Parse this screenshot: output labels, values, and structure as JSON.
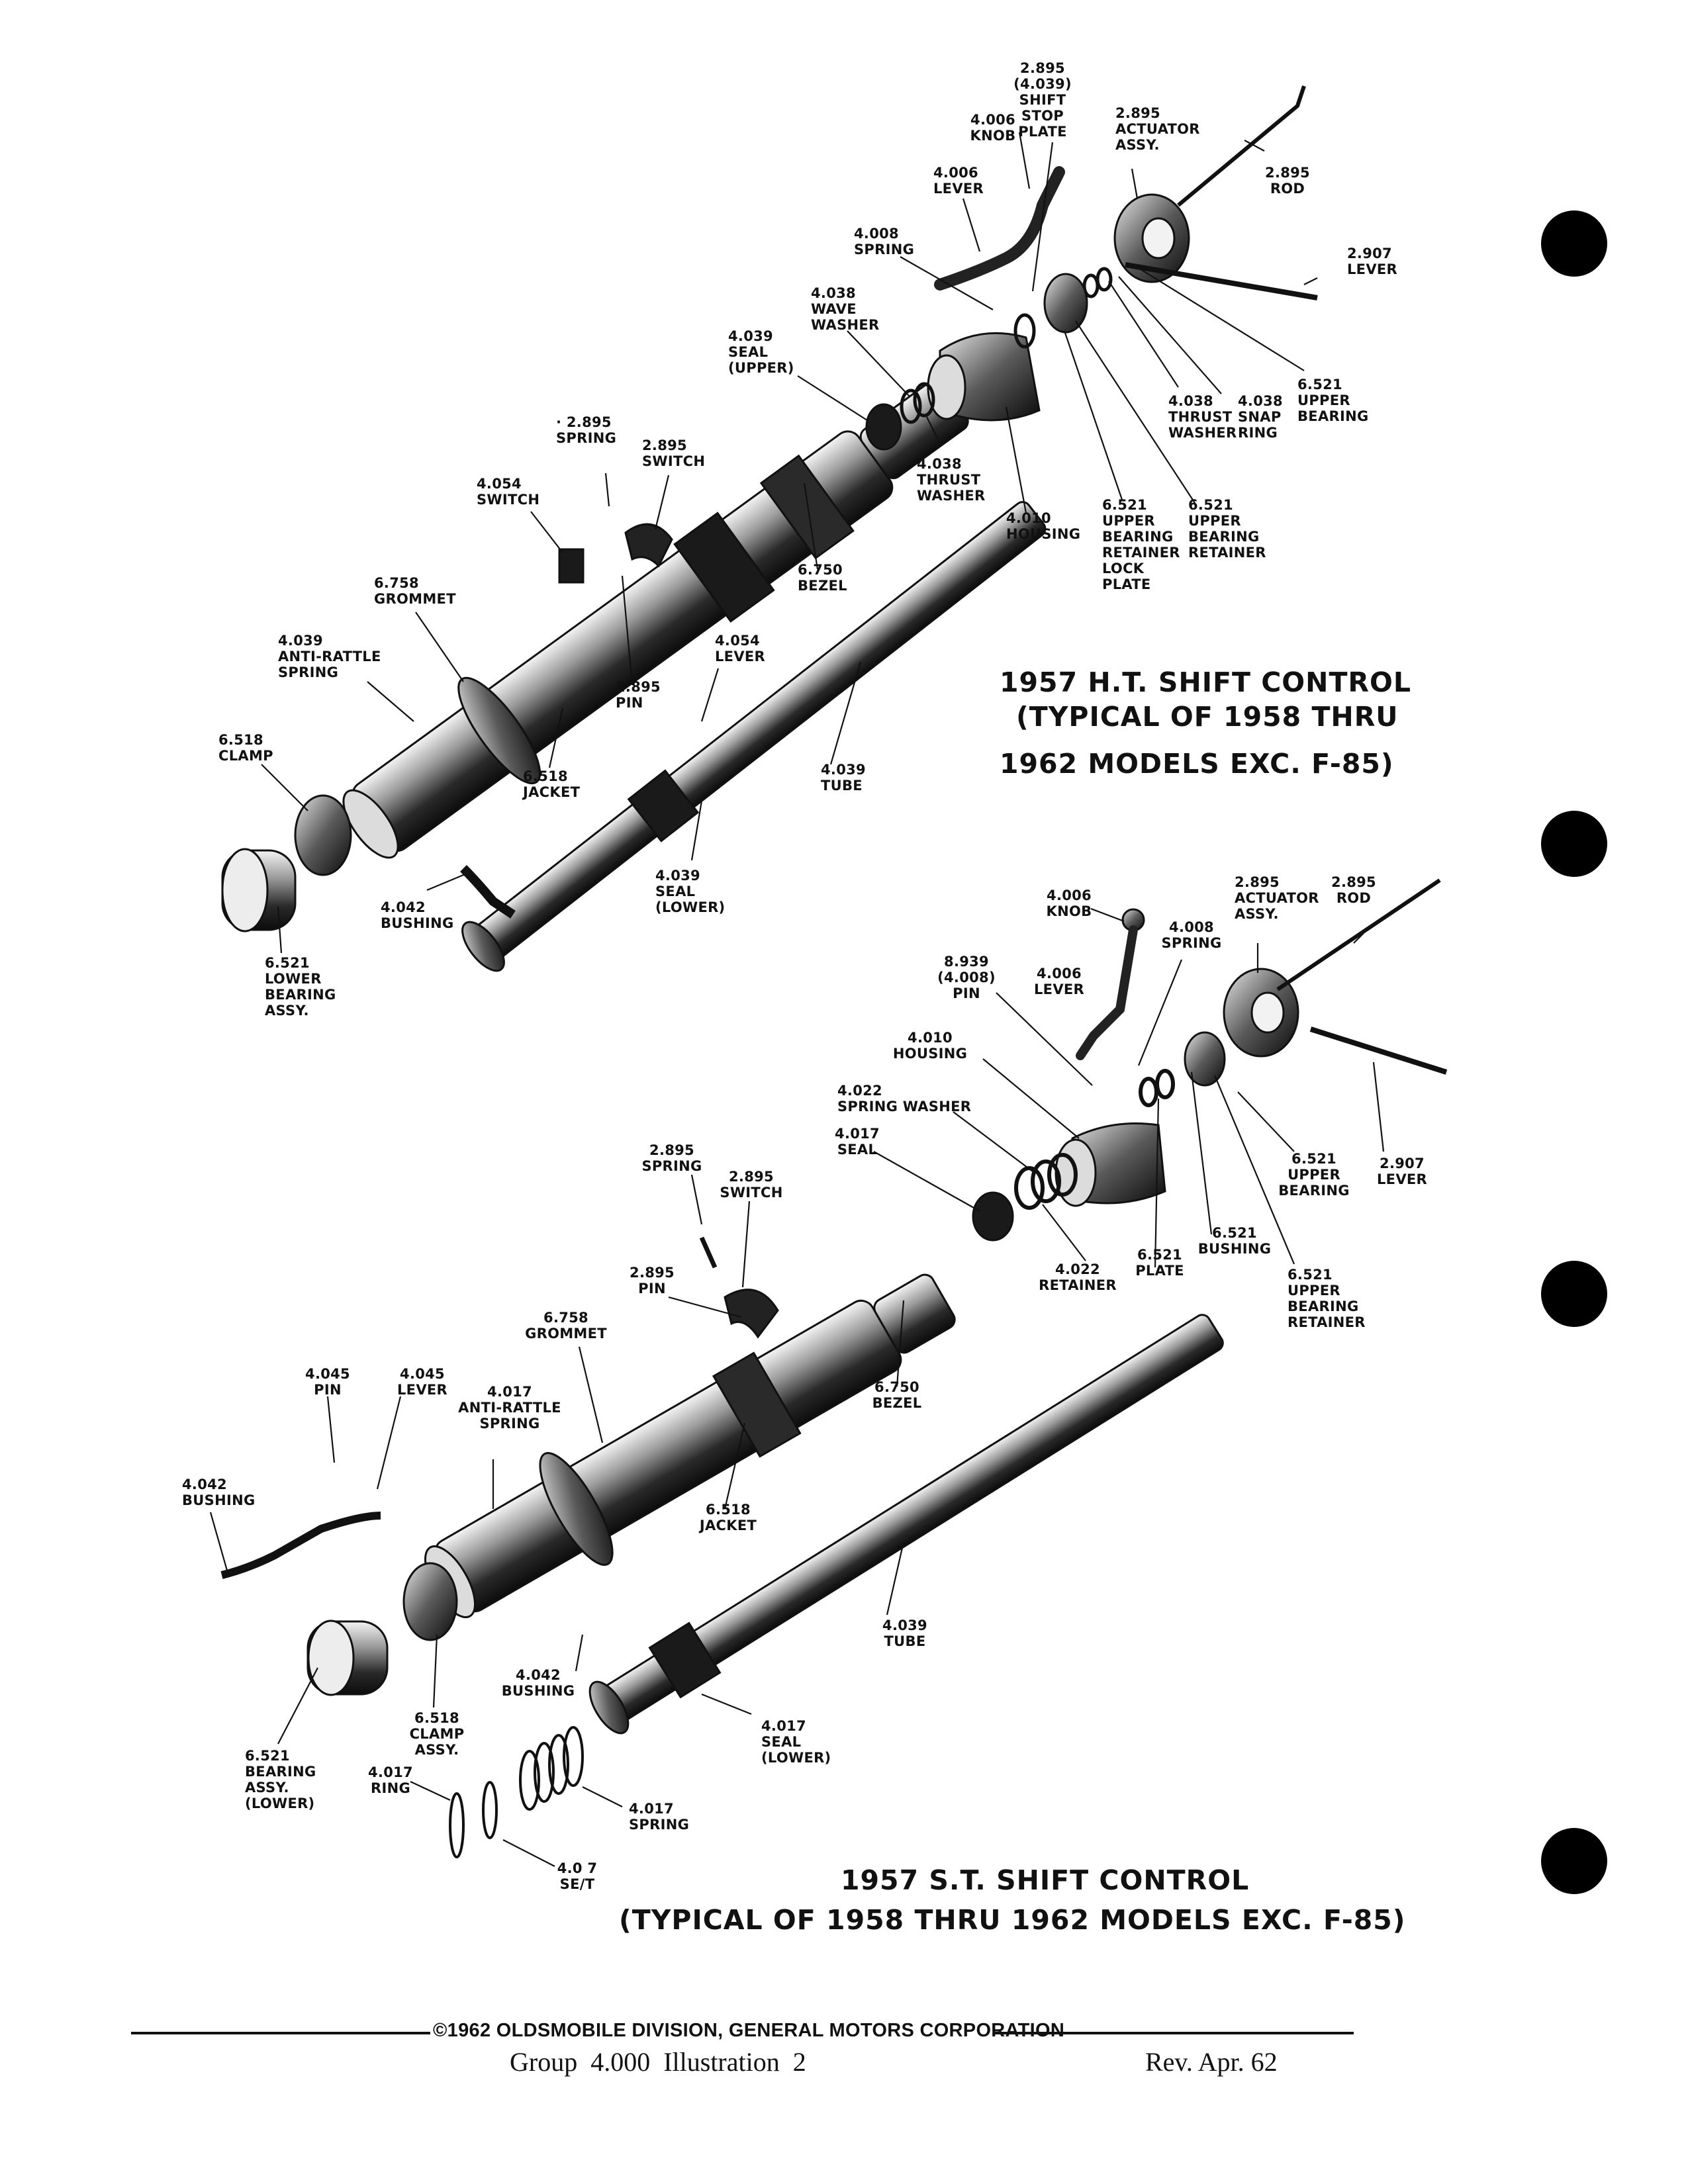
{
  "diagram": {
    "upper": {
      "title": [
        "1957 H.T. SHIFT CONTROL",
        "(TYPICAL OF 1958 THRU",
        "1962 MODELS EXC. F-85)"
      ],
      "labels": [
        {
          "id": "ht-stop-plate",
          "lines": [
            "2.895",
            "(4.039)",
            "SHIFT",
            "STOP",
            "PLATE"
          ]
        },
        {
          "id": "ht-knob",
          "lines": [
            "4.006",
            "KNOB"
          ]
        },
        {
          "id": "ht-actuator",
          "lines": [
            "2.895",
            "ACTUATOR",
            "ASSY."
          ]
        },
        {
          "id": "ht-rod",
          "lines": [
            "2.895",
            "ROD"
          ]
        },
        {
          "id": "ht-lever-4006",
          "lines": [
            "4.006",
            "LEVER"
          ]
        },
        {
          "id": "ht-spring-4008",
          "lines": [
            "4.008",
            "SPRING"
          ]
        },
        {
          "id": "ht-lever-2907",
          "lines": [
            "2.907",
            "LEVER"
          ]
        },
        {
          "id": "ht-wave-washer",
          "lines": [
            "4.038",
            "WAVE",
            "WASHER"
          ]
        },
        {
          "id": "ht-seal-upper",
          "lines": [
            "4.039",
            "SEAL",
            "(UPPER)"
          ]
        },
        {
          "id": "ht-thrust-washer-right",
          "lines": [
            "4.038",
            "THRUST",
            "WASHER"
          ]
        },
        {
          "id": "ht-snap-ring",
          "lines": [
            "4.038",
            "SNAP",
            "RING"
          ]
        },
        {
          "id": "ht-upper-bearing",
          "lines": [
            "6.521",
            "UPPER",
            "BEARING"
          ]
        },
        {
          "id": "ht-spring-2895",
          "lines": [
            "· 2.895",
            "SPRING"
          ]
        },
        {
          "id": "ht-switch-2895",
          "lines": [
            "2.895",
            "SWITCH"
          ]
        },
        {
          "id": "ht-thrust-washer",
          "lines": [
            "4.038",
            "THRUST",
            "WASHER"
          ]
        },
        {
          "id": "ht-switch-4054",
          "lines": [
            "4.054",
            "SWITCH"
          ]
        },
        {
          "id": "ht-housing",
          "lines": [
            "4.010",
            "HOUSING"
          ]
        },
        {
          "id": "ht-lock-plate",
          "lines": [
            "6.521",
            "UPPER",
            "BEARING",
            "RETAINER",
            "LOCK",
            "PLATE"
          ]
        },
        {
          "id": "ht-retainer",
          "lines": [
            "6.521",
            "UPPER",
            "BEARING",
            "RETAINER"
          ]
        },
        {
          "id": "ht-bezel",
          "lines": [
            "6.750",
            "BEZEL"
          ]
        },
        {
          "id": "ht-grommet",
          "lines": [
            "6.758",
            "GROMMET"
          ]
        },
        {
          "id": "ht-lever-4054",
          "lines": [
            "4.054",
            "LEVER"
          ]
        },
        {
          "id": "ht-anti-rattle",
          "lines": [
            "4.039",
            "ANTI-RATTLE",
            "SPRING"
          ]
        },
        {
          "id": "ht-pin",
          "lines": [
            "2.895",
            "PIN"
          ]
        },
        {
          "id": "ht-clamp",
          "lines": [
            "6.518",
            "CLAMP"
          ]
        },
        {
          "id": "ht-jacket",
          "lines": [
            "6.518",
            "JACKET"
          ]
        },
        {
          "id": "ht-tube",
          "lines": [
            "4.039",
            "TUBE"
          ]
        },
        {
          "id": "ht-seal-lower",
          "lines": [
            "4.039",
            "SEAL",
            "(LOWER)"
          ]
        },
        {
          "id": "ht-bushing",
          "lines": [
            "4.042",
            "BUSHING"
          ]
        },
        {
          "id": "ht-lower-bearing",
          "lines": [
            "6.521",
            "LOWER",
            "BEARING",
            "ASSY."
          ]
        }
      ]
    },
    "lower": {
      "title": [
        "1957 S.T. SHIFT CONTROL",
        "(TYPICAL OF 1958 THRU 1962 MODELS EXC. F-85)"
      ],
      "labels": [
        {
          "id": "st-knob",
          "lines": [
            "4.006",
            "KNOB"
          ]
        },
        {
          "id": "st-actuator",
          "lines": [
            "2.895",
            "ACTUATOR",
            "ASSY."
          ]
        },
        {
          "id": "st-rod",
          "lines": [
            "2.895",
            "ROD"
          ]
        },
        {
          "id": "st-spring-4008",
          "lines": [
            "4.008",
            "SPRING"
          ]
        },
        {
          "id": "st-pin-8939",
          "lines": [
            "8.939",
            "(4.008)",
            "PIN"
          ]
        },
        {
          "id": "st-lever-4006",
          "lines": [
            "4.006",
            "LEVER"
          ]
        },
        {
          "id": "st-housing",
          "lines": [
            "4.010",
            "HOUSING"
          ]
        },
        {
          "id": "st-spring-washer",
          "lines": [
            "4.022",
            "SPRING WASHER"
          ]
        },
        {
          "id": "st-seal-4017",
          "lines": [
            "4.017",
            "SEAL"
          ]
        },
        {
          "id": "st-upper-bearing",
          "lines": [
            "6.521",
            "UPPER",
            "BEARING"
          ]
        },
        {
          "id": "st-lever-2907",
          "lines": [
            "2.907",
            "LEVER"
          ]
        },
        {
          "id": "st-spring-2895",
          "lines": [
            "2.895",
            "SPRING"
          ]
        },
        {
          "id": "st-switch-2895",
          "lines": [
            "2.895",
            "SWITCH"
          ]
        },
        {
          "id": "st-bushing-6521",
          "lines": [
            "6.521",
            "BUSHING"
          ]
        },
        {
          "id": "st-retainer-4022",
          "lines": [
            "4.022",
            "RETAINER"
          ]
        },
        {
          "id": "st-plate",
          "lines": [
            "6.521",
            "PLATE"
          ]
        },
        {
          "id": "st-retainer-6521",
          "lines": [
            "6.521",
            "UPPER",
            "BEARING",
            "RETAINER"
          ]
        },
        {
          "id": "st-pin-2895",
          "lines": [
            "2.895",
            "PIN"
          ]
        },
        {
          "id": "st-grommet",
          "lines": [
            "6.758",
            "GROMMET"
          ]
        },
        {
          "id": "st-bezel",
          "lines": [
            "6.750",
            "BEZEL"
          ]
        },
        {
          "id": "st-pin-4045",
          "lines": [
            "4.045",
            "PIN"
          ]
        },
        {
          "id": "st-lever-4045",
          "lines": [
            "4.045",
            "LEVER"
          ]
        },
        {
          "id": "st-anti-rattle",
          "lines": [
            "4.017",
            "ANTI-RATTLE",
            "SPRING"
          ]
        },
        {
          "id": "st-bushing-4042-left",
          "lines": [
            "4.042",
            "BUSHING"
          ]
        },
        {
          "id": "st-jacket",
          "lines": [
            "6.518",
            "JACKET"
          ]
        },
        {
          "id": "st-tube",
          "lines": [
            "4.039",
            "TUBE"
          ]
        },
        {
          "id": "st-bushing-4042",
          "lines": [
            "4.042",
            "BUSHING"
          ]
        },
        {
          "id": "st-clamp",
          "lines": [
            "6.518",
            "CLAMP",
            "ASSY."
          ]
        },
        {
          "id": "st-seal-lower",
          "lines": [
            "4.017",
            "SEAL",
            "(LOWER)"
          ]
        },
        {
          "id": "st-bearing-lower",
          "lines": [
            "6.521",
            "BEARING",
            "ASSY.",
            "(LOWER)"
          ]
        },
        {
          "id": "st-ring",
          "lines": [
            "4.017",
            "RING"
          ]
        },
        {
          "id": "st-spring-4017",
          "lines": [
            "4.017",
            "SPRING"
          ]
        },
        {
          "id": "st-seat",
          "lines": [
            "4.0 7",
            "SE/T"
          ]
        }
      ]
    }
  },
  "footer": {
    "copyright": "©1962 OLDSMOBILE DIVISION, GENERAL MOTORS CORPORATION",
    "group": "Group  4.000  Illustration  2",
    "revision": "Rev. Apr. 62"
  }
}
